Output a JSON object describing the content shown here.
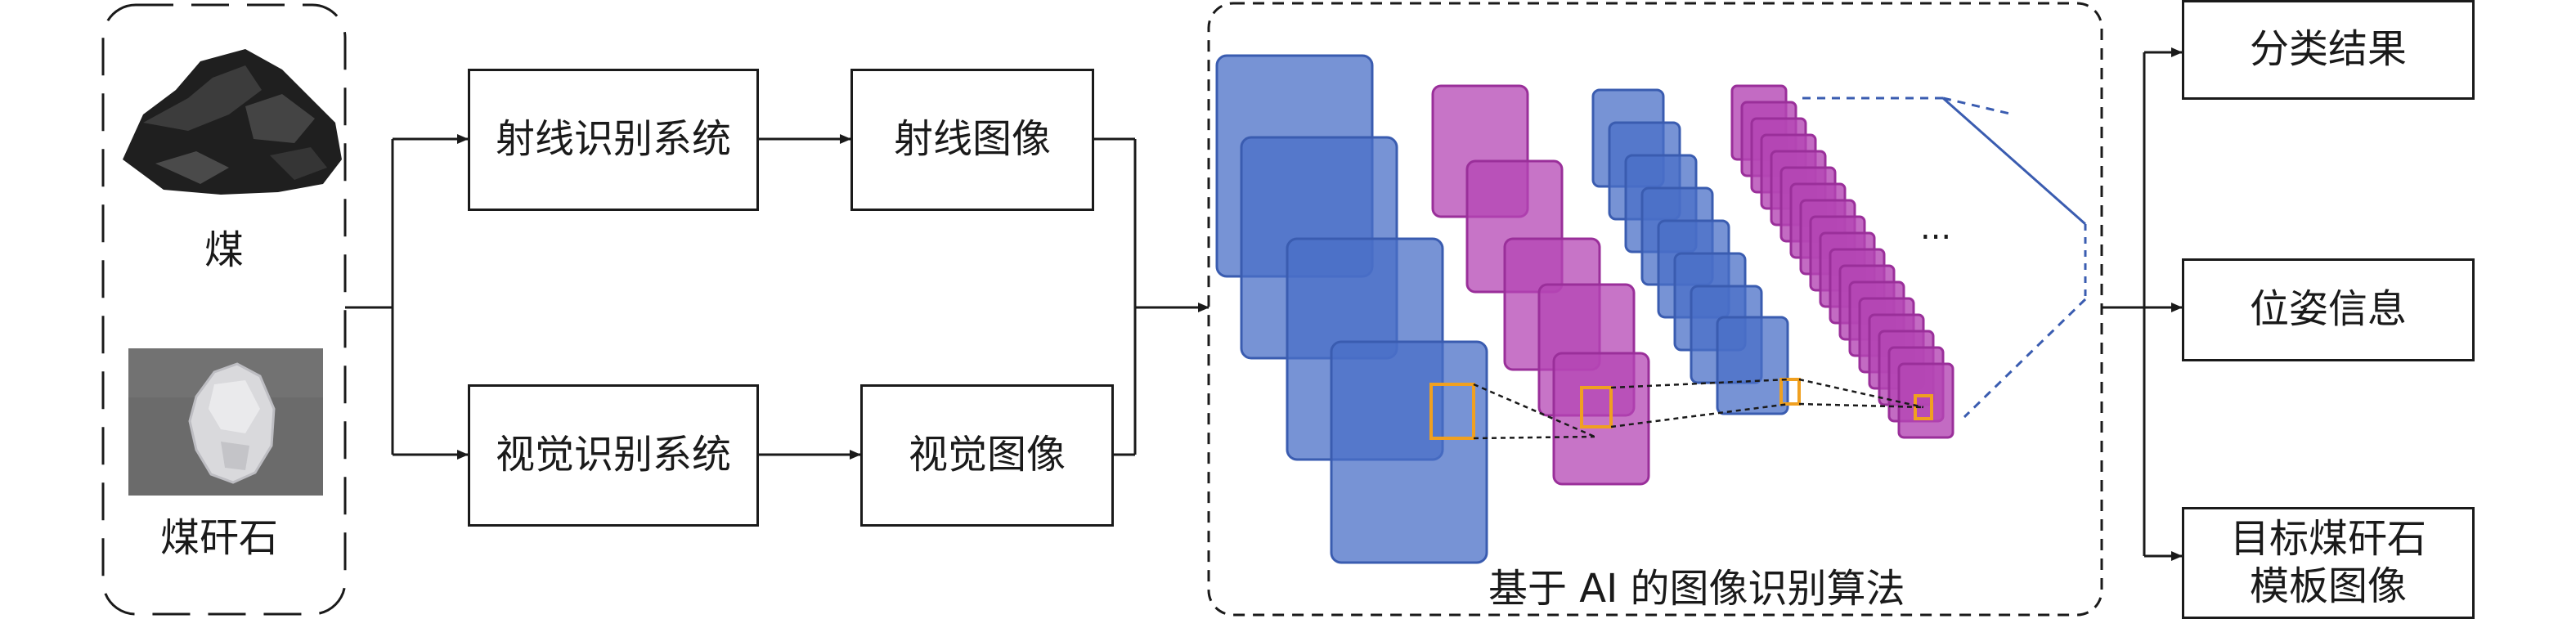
{
  "inputs": {
    "coal_label": "煤",
    "gangue_label": "煤矸石"
  },
  "pipeline": {
    "ray_system": "射线识别系统",
    "ray_image": "射线图像",
    "vision_system": "视觉识别系统",
    "vision_image": "视觉图像"
  },
  "algorithm": {
    "caption": "基于 AI 的图像识别算法",
    "ellipsis": "..."
  },
  "outputs": {
    "classification": "分类结果",
    "pose": "位姿信息",
    "template_line1": "目标煤矸石",
    "template_line2": "模板图像"
  },
  "colors": {
    "blue": "#4a6fc7",
    "magenta": "#b446b4",
    "highlight": "#f0a020",
    "line": "#1a1a1a"
  }
}
